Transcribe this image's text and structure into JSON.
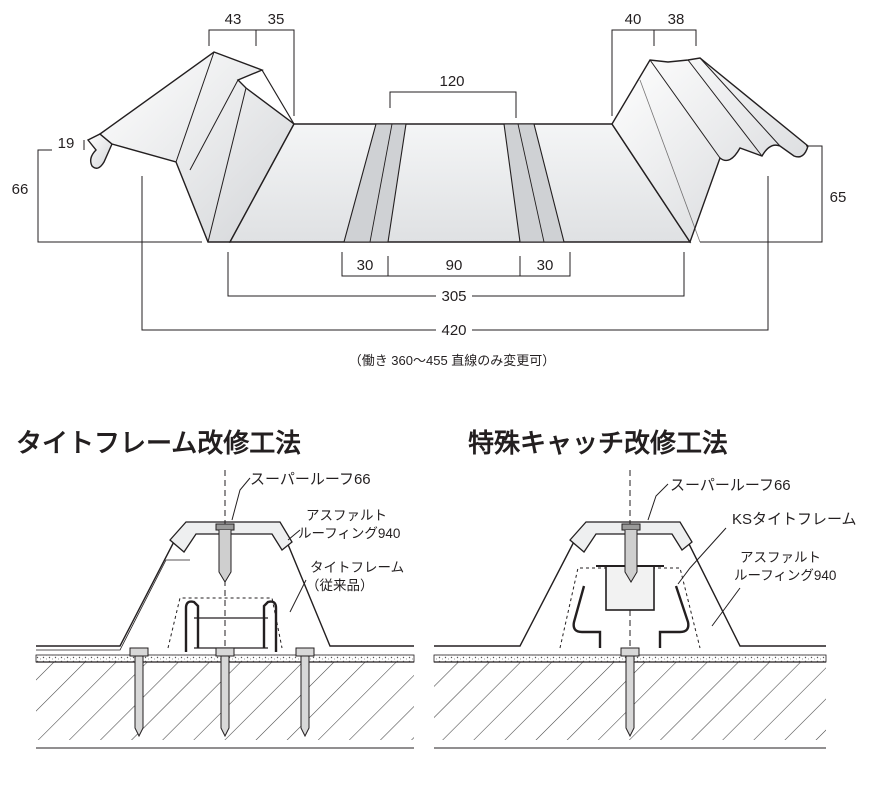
{
  "profile": {
    "dims": {
      "left_top_a": "43",
      "left_top_b": "35",
      "left_lip": "19",
      "left_height": "66",
      "center_width": "120",
      "right_top_a": "40",
      "right_top_b": "38",
      "right_height": "65",
      "rib_left": "30",
      "flat_center": "90",
      "rib_right": "30",
      "span_inner": "305",
      "span_total": "420"
    },
    "caption": "（働き 360〜455 直線のみ変更可）"
  },
  "methods": [
    {
      "title": "タイトフレーム改修工法",
      "labels": {
        "roof": "スーパールーフ66",
        "asphalt_1": "アスファルト",
        "asphalt_2": "ルーフィング940",
        "frame_1": "タイトフレーム",
        "frame_2": "（従来品）"
      }
    },
    {
      "title": "特殊キャッチ改修工法",
      "labels": {
        "roof": "スーパールーフ66",
        "ks_frame": "KSタイトフレーム",
        "asphalt_1": "アスファルト",
        "asphalt_2": "ルーフィング940"
      }
    }
  ],
  "colors": {
    "line": "#231f20",
    "sheet_fill": "#eeeff0",
    "sheet_shade": "#c9cbcd",
    "hatch": "#444444"
  }
}
